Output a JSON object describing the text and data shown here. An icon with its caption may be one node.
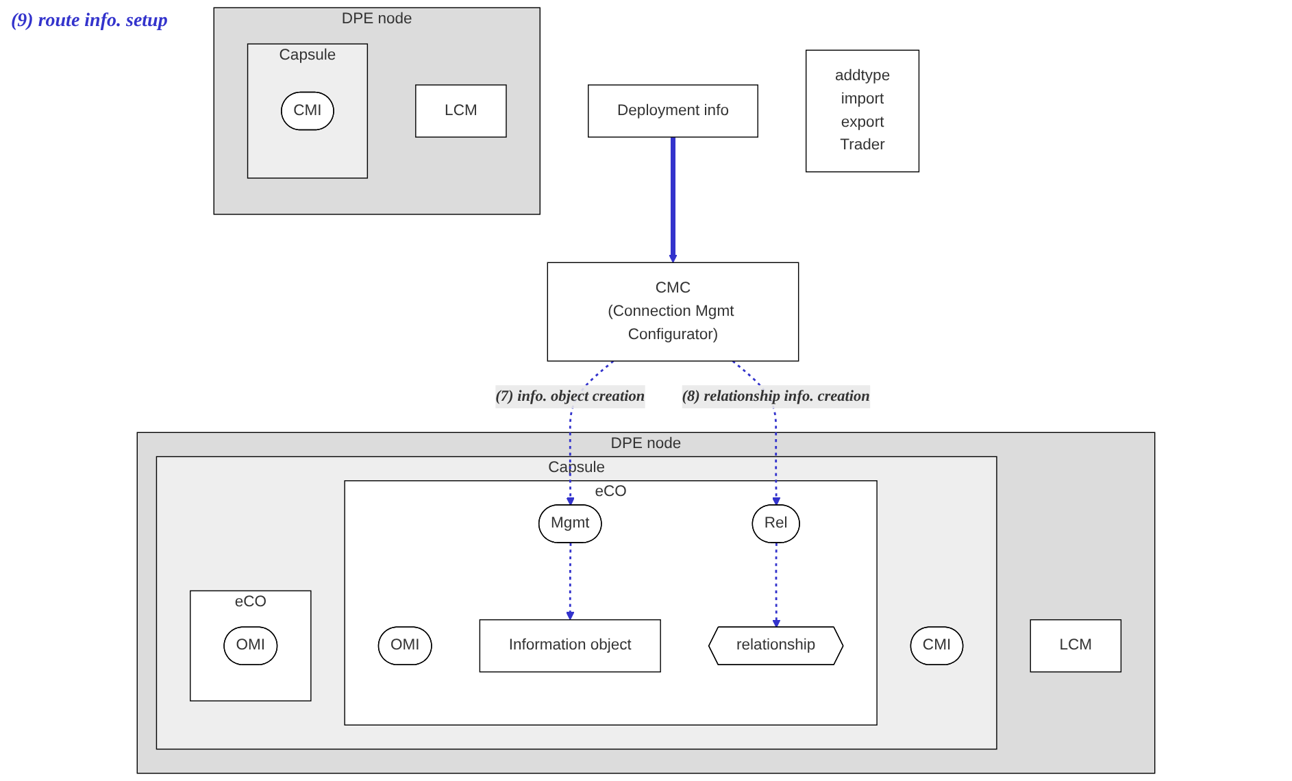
{
  "diagram": {
    "nodes": [
      {
        "text": [
          "CMC",
          "(Connection Mgmt Configurator)"
        ]
      },
      {
        "text": [
          "Deployment info"
        ]
      },
      {
        "text": [
          "addtype",
          "import",
          "export",
          "Trader"
        ]
      },
      {
        "text": [
          "DPE node"
        ]
      },
      {
        "text": [
          "LCM"
        ],
        "in": 3
      },
      {
        "text": [
          "Capsule"
        ],
        "in": 3
      },
      {
        "text": [
          "CMI"
        ],
        "in": 5
      },
      {
        "text": [
          "eCO"
        ],
        "in": 5
      },
      {
        "text": [
          "OMI"
        ],
        "in": 7
      },
      {
        "text": [
          "Mgmt"
        ],
        "in": 7
      },
      {
        "text": [
          "Rel"
        ],
        "in": 7
      },
      {
        "text": [
          "Information object"
        ],
        "in": 7
      },
      {
        "text": [
          "relationship"
        ],
        "in": 7
      },
      {
        "text": [
          "eCO"
        ],
        "in": 5
      },
      {
        "text": [
          "OMI"
        ],
        "in": 13
      },
      {
        "text": [
          "DPE node"
        ]
      },
      {
        "text": [
          "LCM"
        ],
        "in": 15
      },
      {
        "text": [
          "Capsule"
        ],
        "in": 15
      },
      {
        "text": [
          "CMI"
        ],
        "in": 17
      }
    ],
    "edges": [
      {
        "from": 1,
        "to": 0,
        "arrow": "to",
        "style": "thick",
        "color": "#3333cc"
      },
      {
        "from": 0,
        "to": 9,
        "arrow": "to",
        "style": "dashed",
        "color": "#3333cc",
        "label": "(7) info. object creation"
      },
      {
        "from": 0,
        "to": 10,
        "arrow": "to",
        "style": "dashed",
        "color": "#3333cc",
        "label": "(8) relationship info. creation"
      },
      {
        "from": 9,
        "to": 11,
        "arrow": "to",
        "style": "dashed",
        "color": "#3333cc"
      },
      {
        "from": 10,
        "to": 12,
        "arrow": "to",
        "style": "dashed",
        "color": "#3333cc"
      }
    ],
    "labels": [
      "(9) route info. setup"
    ]
  }
}
